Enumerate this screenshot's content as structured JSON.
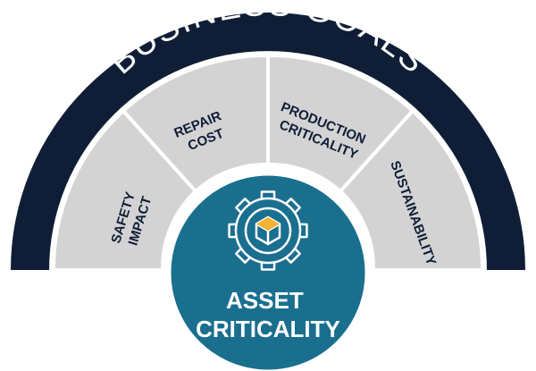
{
  "outer_label": "BUSINESS GOALS",
  "segments": [
    {
      "lines": [
        "SAFETY",
        "IMPACT"
      ]
    },
    {
      "lines": [
        "REPAIR",
        "COST"
      ]
    },
    {
      "lines": [
        "PRODUCTION",
        "CRITICALITY"
      ]
    },
    {
      "lines": [
        "SUSTAINABILITY"
      ]
    }
  ],
  "center": {
    "lines": [
      "ASSET",
      "CRITICALITY"
    ],
    "icon": "gear-cube-icon"
  },
  "colors": {
    "navy": "#0f1e36",
    "segment_gray": "#d3d3d3",
    "segment_divider": "#ffffff",
    "teal": "#1a6f8f",
    "white": "#ffffff"
  }
}
